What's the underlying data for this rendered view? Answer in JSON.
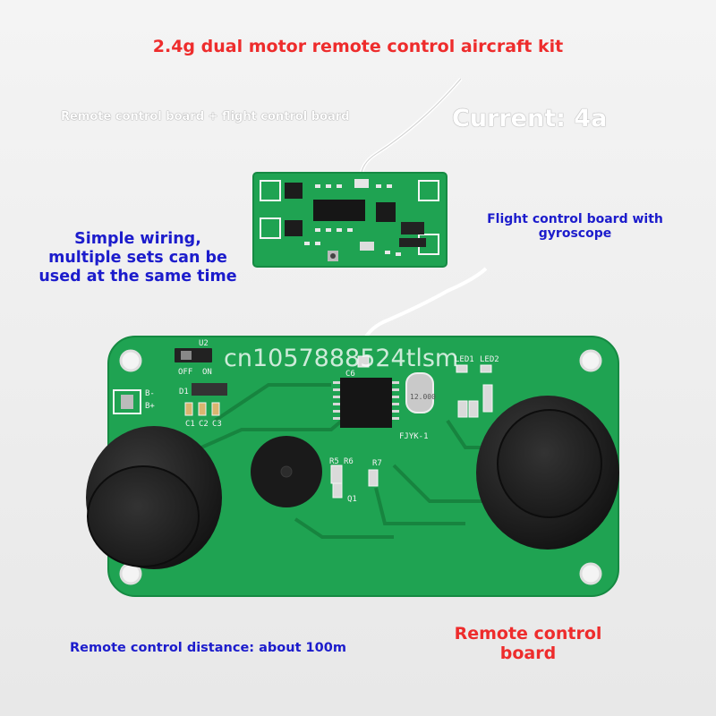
{
  "title": "2.4g dual motor remote control aircraft kit",
  "subtitle": "Remote control board + flight control board",
  "current": "Current: 4a",
  "flight_board_label": "Flight control board with gyroscope",
  "wiring_note": "Simple wiring, multiple sets can be used at the same time",
  "distance": "Remote control distance: about 100m",
  "remote_board_label": "Remote control board",
  "watermark": "cn1057888524tlsm",
  "pcb_silkscreen": {
    "switch": "U2",
    "off": "OFF",
    "on": "ON",
    "battery_minus": "B-",
    "battery_plus": "B+",
    "diode": "D1",
    "cap_labels": [
      "C1",
      "C2",
      "C3"
    ],
    "led1": "LED1",
    "led2": "LED2",
    "crystal": "12.000",
    "model": "FJYK-1",
    "resistor_labels": [
      "R5",
      "R6",
      "R7"
    ],
    "transistor": "Q1",
    "c6": "C6"
  },
  "colors": {
    "title": "#ee2c2c",
    "blue_text": "#1c1ccc",
    "red_text": "#ee2c2c",
    "pcb_green": "#1fa352",
    "pcb_dark": "#17803f"
  }
}
